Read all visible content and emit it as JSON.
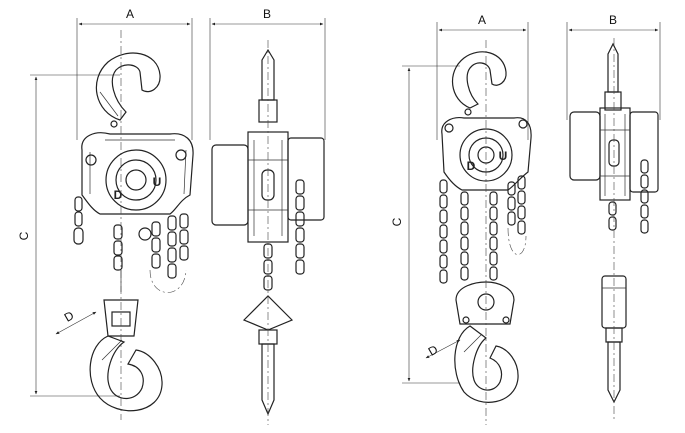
{
  "labels": {
    "fig1": {
      "a": "A",
      "b": "B",
      "c": "C",
      "d": "D"
    },
    "fig2": {
      "a": "A",
      "b": "B",
      "c": "C",
      "d": "D"
    }
  },
  "body_marks": {
    "fig1": {
      "d": "D",
      "u": "U"
    },
    "fig2": {
      "d": "D",
      "u": "U"
    }
  }
}
